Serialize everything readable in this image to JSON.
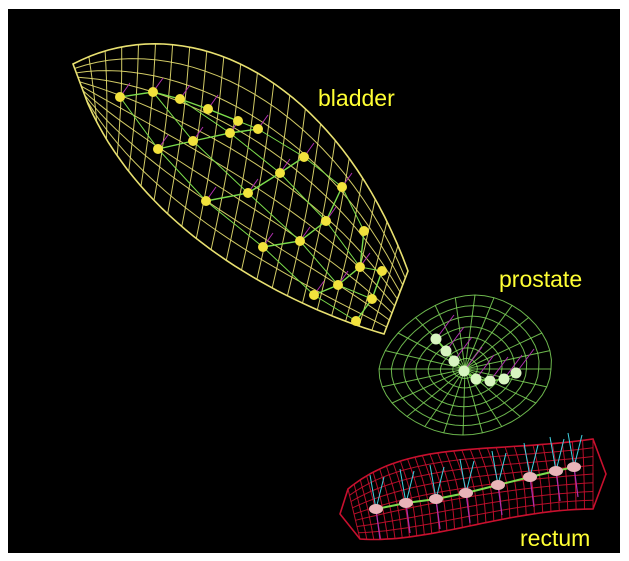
{
  "labels": {
    "bladder": "bladder",
    "prostate": "prostate",
    "rectum": "rectum"
  },
  "colors": {
    "background": "#000000",
    "frame": "#ffffff",
    "label_text": "#ffff33",
    "bladder_mesh": "#e8e070",
    "bladder_spheres": "#f2e23c",
    "prostate_mesh": "#7fd65a",
    "prostate_spheres": "#d8f5c0",
    "rectum_mesh": "#c8102e",
    "rectum_spheres": "#e8b4b8",
    "skeleton_edges": "#7cdc4c",
    "normal_vectors_magenta": "#b030b0",
    "normal_vectors_cyan": "#40d0e0"
  }
}
